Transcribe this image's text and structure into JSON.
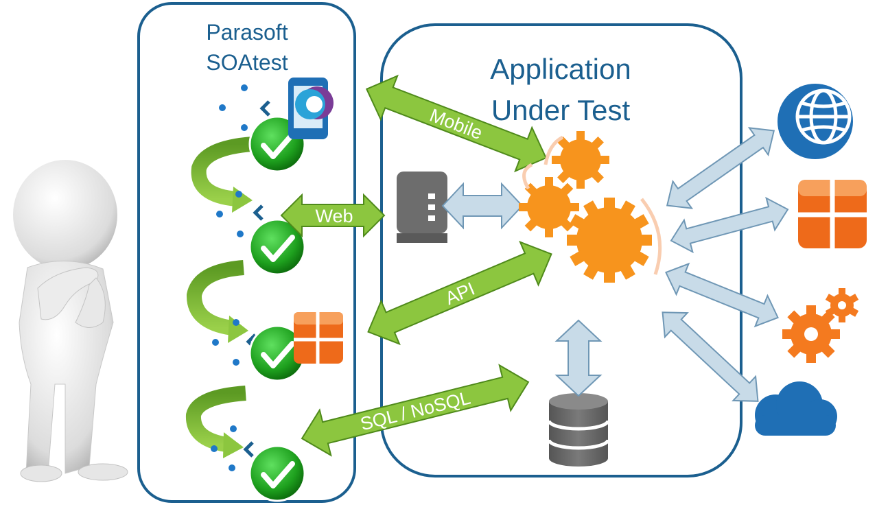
{
  "soatest_panel": {
    "title_line1": "Parasoft",
    "title_line2": "SOAtest"
  },
  "aut_panel": {
    "title_line1": "Application",
    "title_line2": "Under Test"
  },
  "arrows": {
    "mobile": "Mobile",
    "web": "Web",
    "api": "API",
    "sql": "SQL / NoSQL"
  },
  "colors": {
    "panel_border": "#1b5f8f",
    "title_text": "#1b5f8f",
    "green_arrow": "#8cc63f",
    "green_arrow_dark": "#4f8a1b",
    "blue_arrow": "#c8dbe8",
    "blue_arrow_stroke": "#6f97b5",
    "gear_orange": "#f7941d",
    "check_green": "#1ea01e",
    "icon_blue": "#1f6fb5",
    "server_gray": "#6d6d6d"
  },
  "icons": [
    "person-figure",
    "mobile-icon",
    "web-server-icon",
    "gears-icon",
    "database-icon",
    "globe-icon",
    "package-icon",
    "service-gears-icon",
    "cloud-icon",
    "checkmark-icon",
    "package-icon-left"
  ]
}
